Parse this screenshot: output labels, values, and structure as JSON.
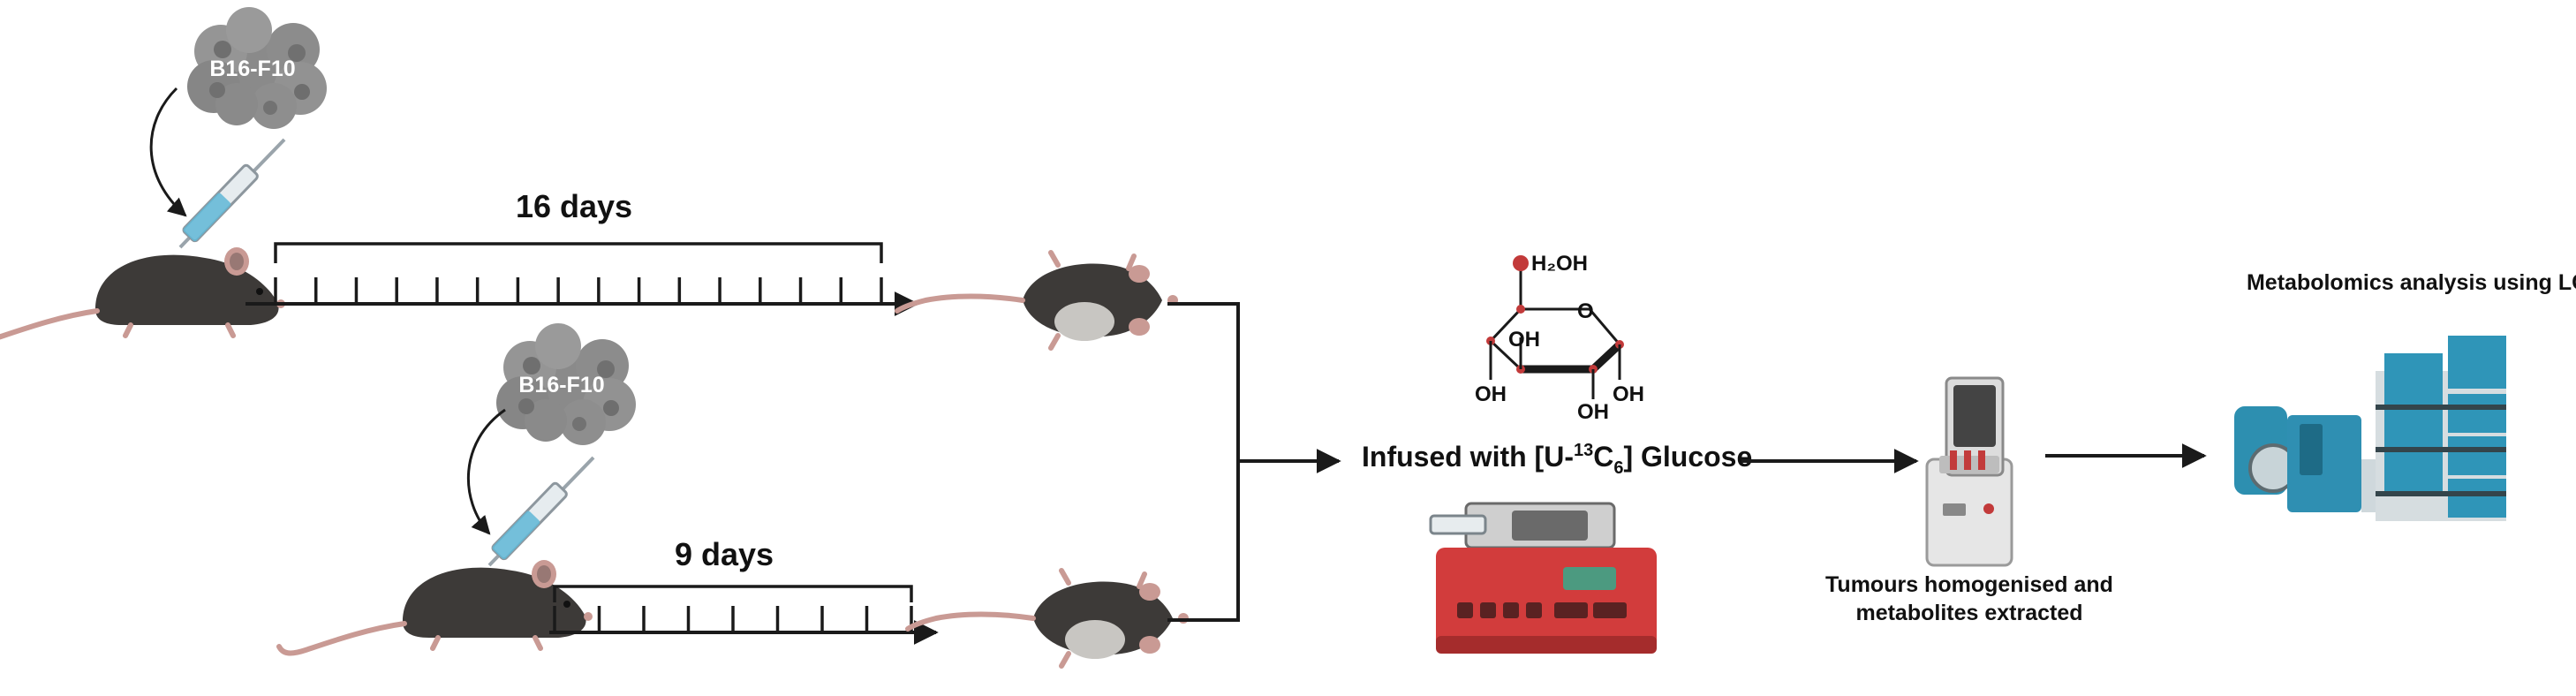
{
  "cohorts": [
    {
      "cell_line": "B16-F10",
      "duration": "16 days",
      "tick_count": 16
    },
    {
      "cell_line": "B16-F10",
      "duration": "9 days",
      "tick_count": 9
    }
  ],
  "infusion": {
    "label_prefix": "Infused with [U-",
    "isotope_mass": "13",
    "isotope_element": "C",
    "isotope_count": "6",
    "label_suffix": "] Glucose"
  },
  "glucose": {
    "h2oh": "H₂OH",
    "ring_o": "O",
    "oh": "OH"
  },
  "homogenisation": {
    "line1": "Tumours homogenised and",
    "line2": "metabolites extracted"
  },
  "analysis": {
    "title": "Metabolomics analysis using LC-MS"
  },
  "colors": {
    "mouse_body": "#3d3a38",
    "mouse_ear": "#c99a94",
    "tumour_cells": "#8a8a8a",
    "pump": "#d23c3c",
    "lcms": "#2d8fb0",
    "arrow": "#1a1a1a"
  }
}
